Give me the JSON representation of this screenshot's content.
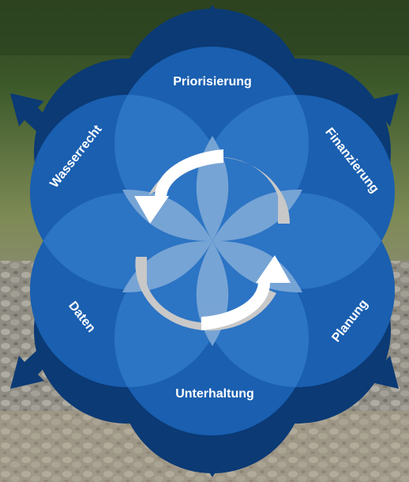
{
  "diagram": {
    "segments": [
      {
        "id": "priorisierung",
        "label": "Priorisierung"
      },
      {
        "id": "finanzierung",
        "label": "Finanzierung"
      },
      {
        "id": "planung",
        "label": "Planung"
      },
      {
        "id": "unterhaltung",
        "label": "Unterhaltung"
      },
      {
        "id": "daten",
        "label": "Daten"
      },
      {
        "id": "wasserrecht",
        "label": "Wasserrecht"
      }
    ],
    "colors": {
      "outer": "#0b3a75",
      "petal": "#1a5fb0",
      "overlap": "#7ba7d6",
      "cycle_arrow": "#ffffff",
      "cycle_shadow": "#c8c8c8"
    }
  },
  "background": {
    "scene": "forest-stream-photo",
    "colors": {
      "sky": "#3b4a2a",
      "trees": "#2c4a22",
      "meadow": "#8a9460",
      "stones": "#9a9890"
    }
  }
}
